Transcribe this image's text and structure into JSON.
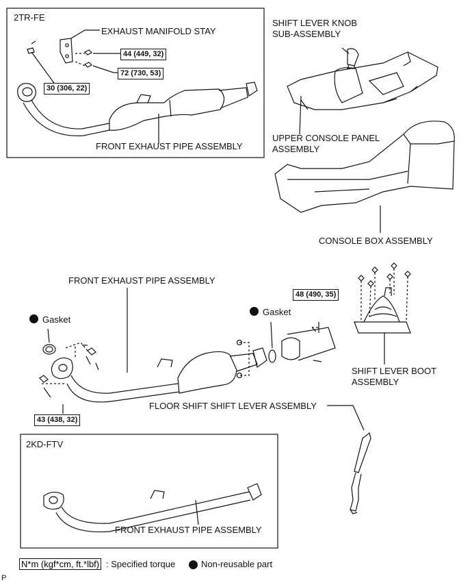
{
  "boxes": {
    "top": "2TR-FE",
    "bottom": "2KD-FTV"
  },
  "labels": {
    "exhaust_manifold_stay": "EXHAUST MANIFOLD STAY",
    "front_exhaust_pipe_top": "FRONT EXHAUST PIPE ASSEMBLY",
    "shift_lever_knob_line1": "SHIFT LEVER KNOB",
    "shift_lever_knob_line2": "SUB-ASSEMBLY",
    "upper_console_line1": "UPPER CONSOLE PANEL",
    "upper_console_line2": "ASSEMBLY",
    "console_box": "CONSOLE BOX ASSEMBLY",
    "front_exhaust_pipe_main": "FRONT EXHAUST PIPE ASSEMBLY",
    "gasket_left": "Gasket",
    "gasket_right": "Gasket",
    "shift_lever_boot_line1": "SHIFT LEVER BOOT",
    "shift_lever_boot_line2": "ASSEMBLY",
    "floor_shift": "FLOOR SHIFT SHIFT LEVER ASSEMBLY",
    "front_exhaust_pipe_bottom": "FRONT EXHAUST PIPE ASSEMBLY"
  },
  "torques": {
    "t44": "44 (449, 32)",
    "t72": "72 (730, 53)",
    "t30": "30 (306, 22)",
    "t48": "48 (490, 35)",
    "t43": "43 (438, 32)"
  },
  "legend": {
    "torque_box": "N*m (kgf*cm, ft.*lbf)",
    "torque_text": ": Specified torque",
    "nonreusable_text": "Non-reusable part"
  },
  "footer_code": "P"
}
